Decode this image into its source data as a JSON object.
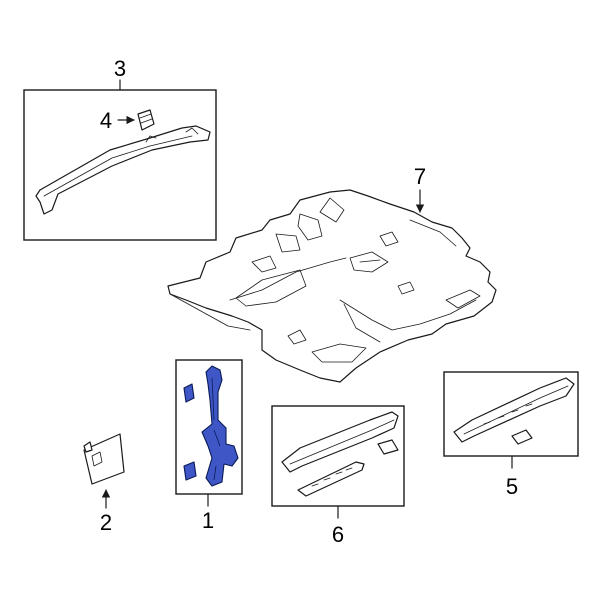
{
  "callouts": {
    "c1": "1",
    "c2": "2",
    "c3": "3",
    "c4": "4",
    "c5": "5",
    "c6": "6",
    "c7": "7"
  },
  "colors": {
    "highlight": "#3f57c6",
    "line": "#1a1a1a",
    "background": "#ffffff"
  }
}
